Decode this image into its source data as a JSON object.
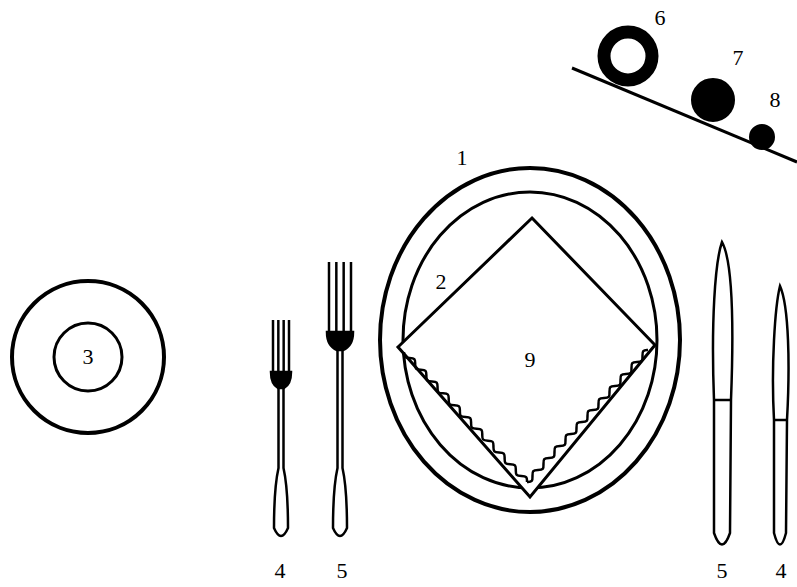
{
  "diagram": {
    "labels": [
      "6",
      "7",
      "8",
      "1",
      "2",
      "9",
      "3",
      "4",
      "5",
      "5",
      "4"
    ]
  }
}
